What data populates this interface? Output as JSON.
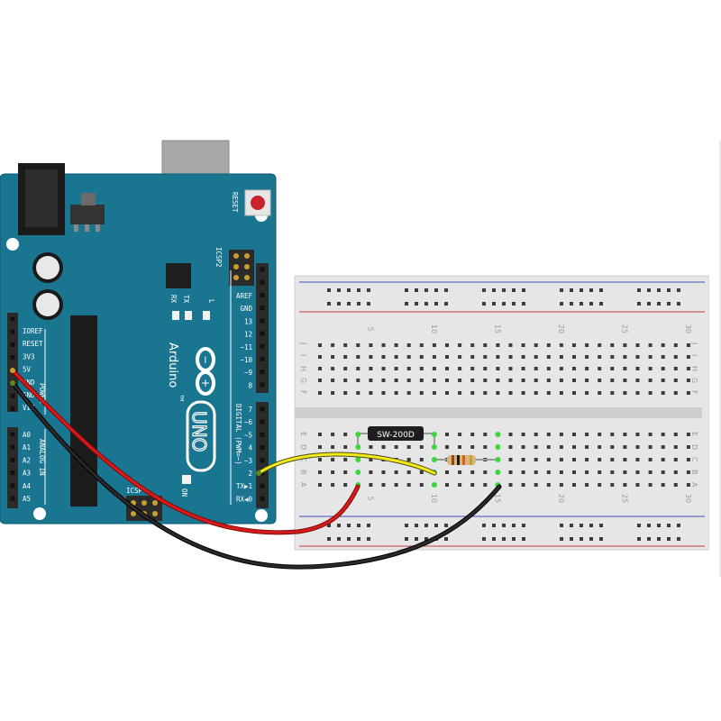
{
  "arduino": {
    "reset_label": "RESET",
    "icsp2_label": "ICSP2",
    "icsp_label": "ICSP",
    "tx_label": "TX",
    "rx_label": "RX",
    "l_label": "L",
    "on_label": "ON",
    "logo_text": "Arduino",
    "tm": "TM",
    "uno_text": "UNO",
    "digital_label": "DIGITAL (PWM=~)",
    "power_label": "POWER",
    "analog_label": "ANALOG IN",
    "power_pins": [
      "IOREF",
      "RESET",
      "3V3",
      "5V",
      "GND",
      "GND",
      "VIN"
    ],
    "analog_pins": [
      "A0",
      "A1",
      "A2",
      "A3",
      "A4",
      "A5"
    ],
    "digital_top_pins": [
      "AREF",
      "GND",
      "13",
      "12",
      "~11",
      "~10",
      "~9",
      "8"
    ],
    "digital_bottom_pins": [
      "7",
      "~6",
      "~5",
      "4",
      "~3",
      "2",
      "TX▶1",
      "RX◀0"
    ]
  },
  "breadboard": {
    "column_numbers_top": [
      "5",
      "10",
      "15",
      "20",
      "25",
      "30"
    ],
    "column_numbers_bottom": [
      "5",
      "10",
      "15",
      "20",
      "25",
      "30"
    ],
    "row_letters_top": [
      "J",
      "I",
      "H",
      "G",
      "F"
    ],
    "row_letters_bottom": [
      "E",
      "D",
      "C",
      "B",
      "A"
    ]
  },
  "components": {
    "switch_label": "SW-200D"
  },
  "colors": {
    "board": "#1a7590",
    "board_edge": "#0f5a70",
    "breadboard": "#e8e8e8",
    "rail_blue": "#3a4fb5",
    "rail_red": "#c23a3a",
    "wire_red": "#d81a1a",
    "wire_black": "#1a1a1a",
    "wire_yellow": "#f2ea1c",
    "header": "#2b2b2b"
  }
}
